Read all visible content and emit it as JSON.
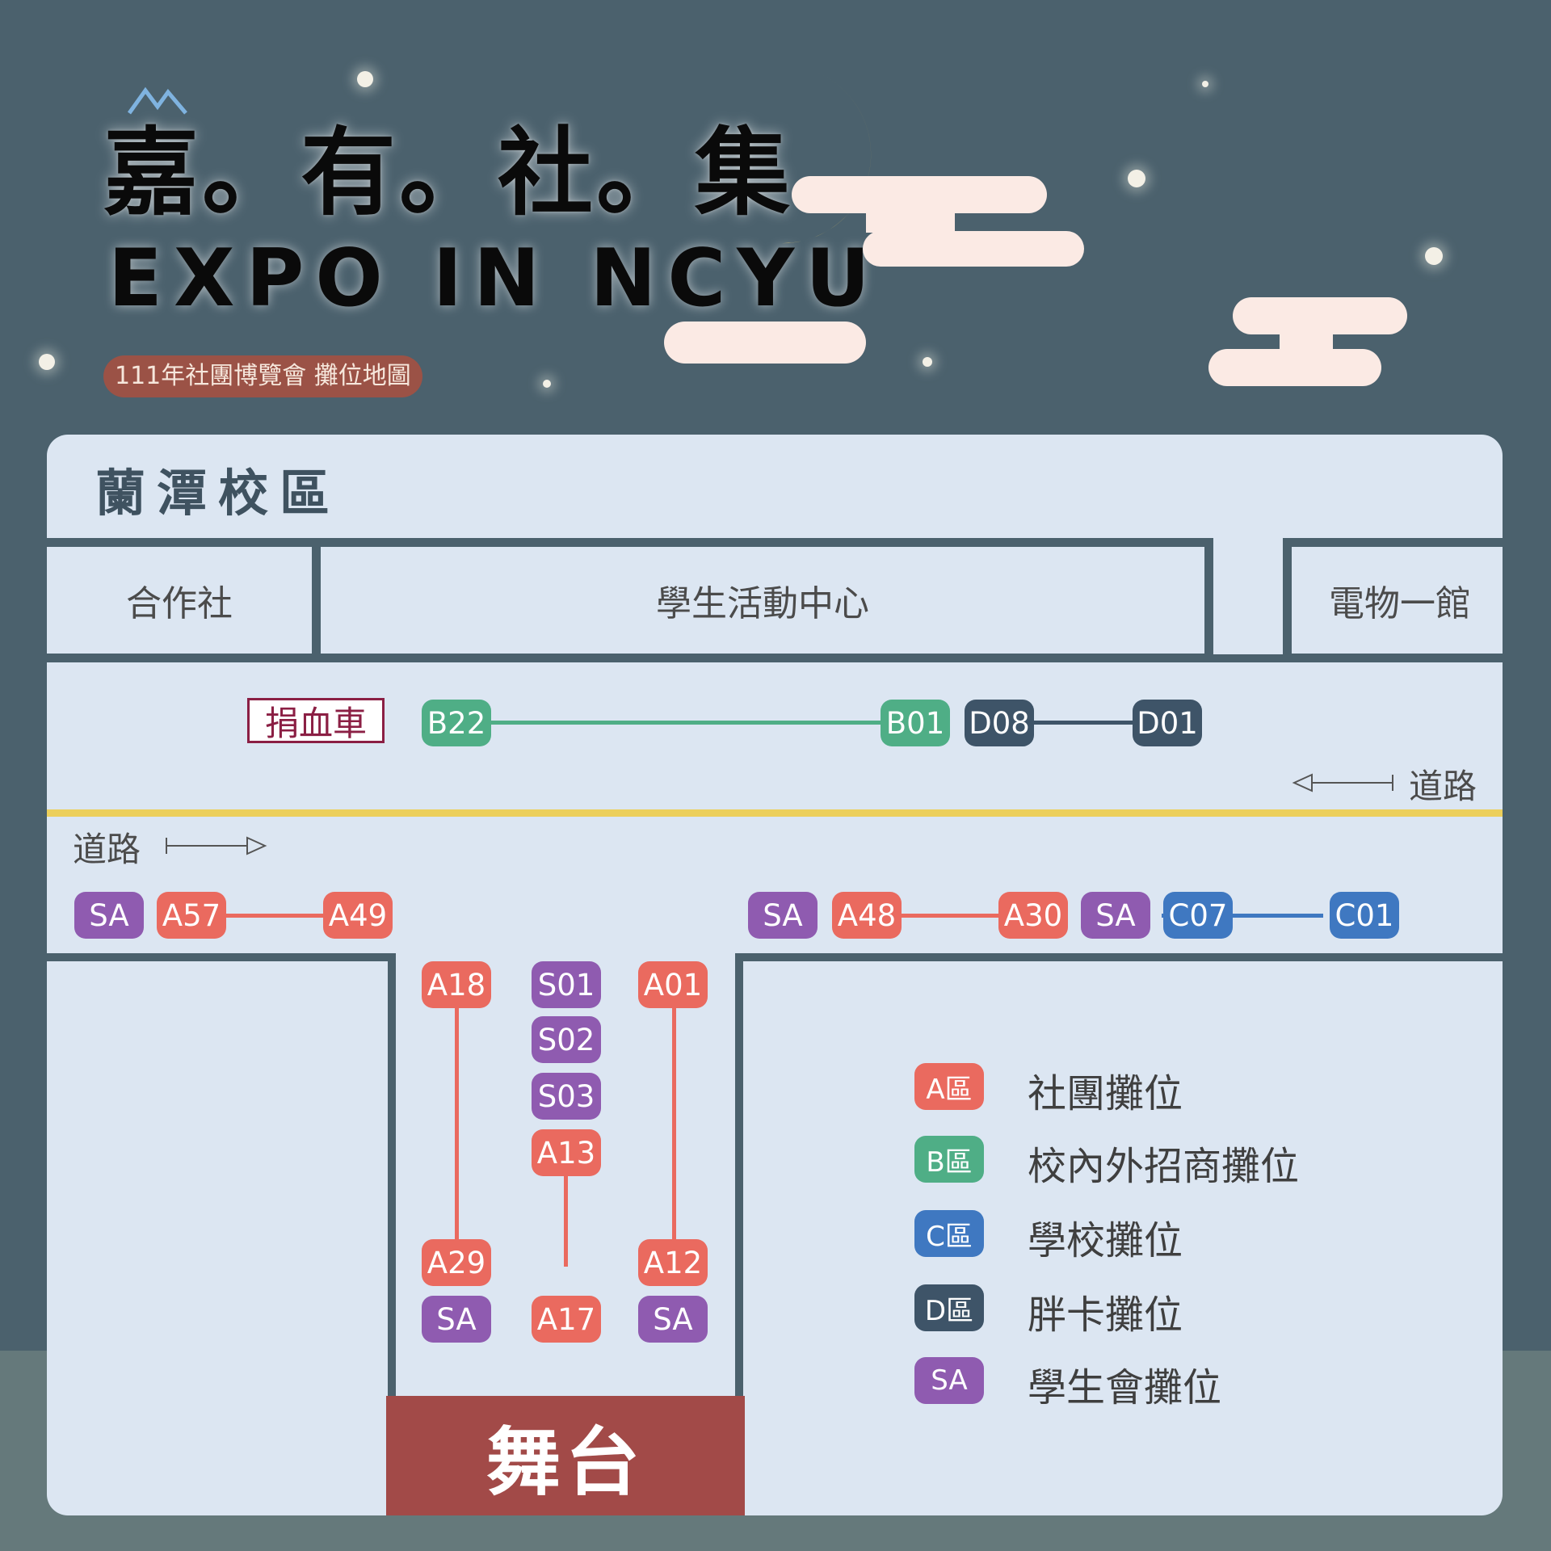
{
  "header": {
    "title_zh": "嘉。有。社。集",
    "title_en": "EXPO IN NCYU",
    "subtitle": "111年社團博覽會  攤位地圖"
  },
  "map": {
    "campus": "蘭潭校區",
    "buildings": {
      "coop": "合作社",
      "student_center": "學生活動中心",
      "ee_building": "電物一館"
    },
    "blood_truck": "捐血車",
    "road_label": "道路",
    "stage": "舞台",
    "booths": {
      "b22": "B22",
      "b01": "B01",
      "d08": "D08",
      "d01": "D01",
      "sa_left": "SA",
      "a57": "A57",
      "a49": "A49",
      "sa_mid1": "SA",
      "a48": "A48",
      "a30": "A30",
      "sa_mid2": "SA",
      "c07": "C07",
      "c01": "C01",
      "a18": "A18",
      "a29": "A29",
      "sa_col1": "SA",
      "s01": "S01",
      "s02": "S02",
      "s03": "S03",
      "a13": "A13",
      "a17": "A17",
      "a01": "A01",
      "a12": "A12",
      "sa_col3": "SA"
    }
  },
  "legend": [
    {
      "key": "A區",
      "label": "社團攤位",
      "color": "#ea6a5f"
    },
    {
      "key": "B區",
      "label": "校內外招商攤位",
      "color": "#4fae86"
    },
    {
      "key": "C區",
      "label": "學校攤位",
      "color": "#3f78c1"
    },
    {
      "key": "D區",
      "label": "胖卡攤位",
      "color": "#3e5468"
    },
    {
      "key": "SA",
      "label": "學生會攤位",
      "color": "#8f5bb0"
    }
  ]
}
